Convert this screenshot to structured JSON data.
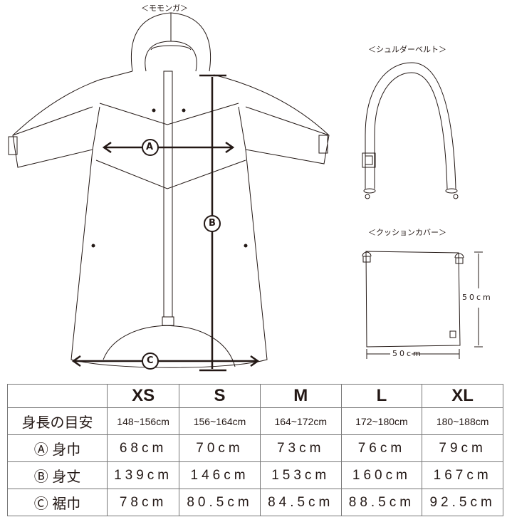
{
  "labels": {
    "momonga": "＜モモンガ＞",
    "shoulder_belt": "＜シュルダーベルト＞",
    "cushion_cover": "＜クッションカバー＞",
    "cushion_height": "50cm",
    "cushion_width": "50cm",
    "mark_a": "A",
    "mark_b": "B",
    "mark_c": "C"
  },
  "table": {
    "sizes": [
      "XS",
      "S",
      "M",
      "L",
      "XL"
    ],
    "rows": [
      {
        "label": "身長の目安",
        "values": [
          "148~156cm",
          "156~164cm",
          "164~172cm",
          "172~180cm",
          "180~188cm"
        ]
      },
      {
        "label": "Ⓐ 身巾",
        "values": [
          "68cm",
          "70cm",
          "73cm",
          "76cm",
          "79cm"
        ]
      },
      {
        "label": "Ⓑ 身丈",
        "values": [
          "139cm",
          "146cm",
          "153cm",
          "160cm",
          "167cm"
        ]
      },
      {
        "label": "Ⓒ 裾巾",
        "values": [
          "78cm",
          "80.5cm",
          "84.5cm",
          "88.5cm",
          "92.5cm"
        ]
      }
    ]
  }
}
